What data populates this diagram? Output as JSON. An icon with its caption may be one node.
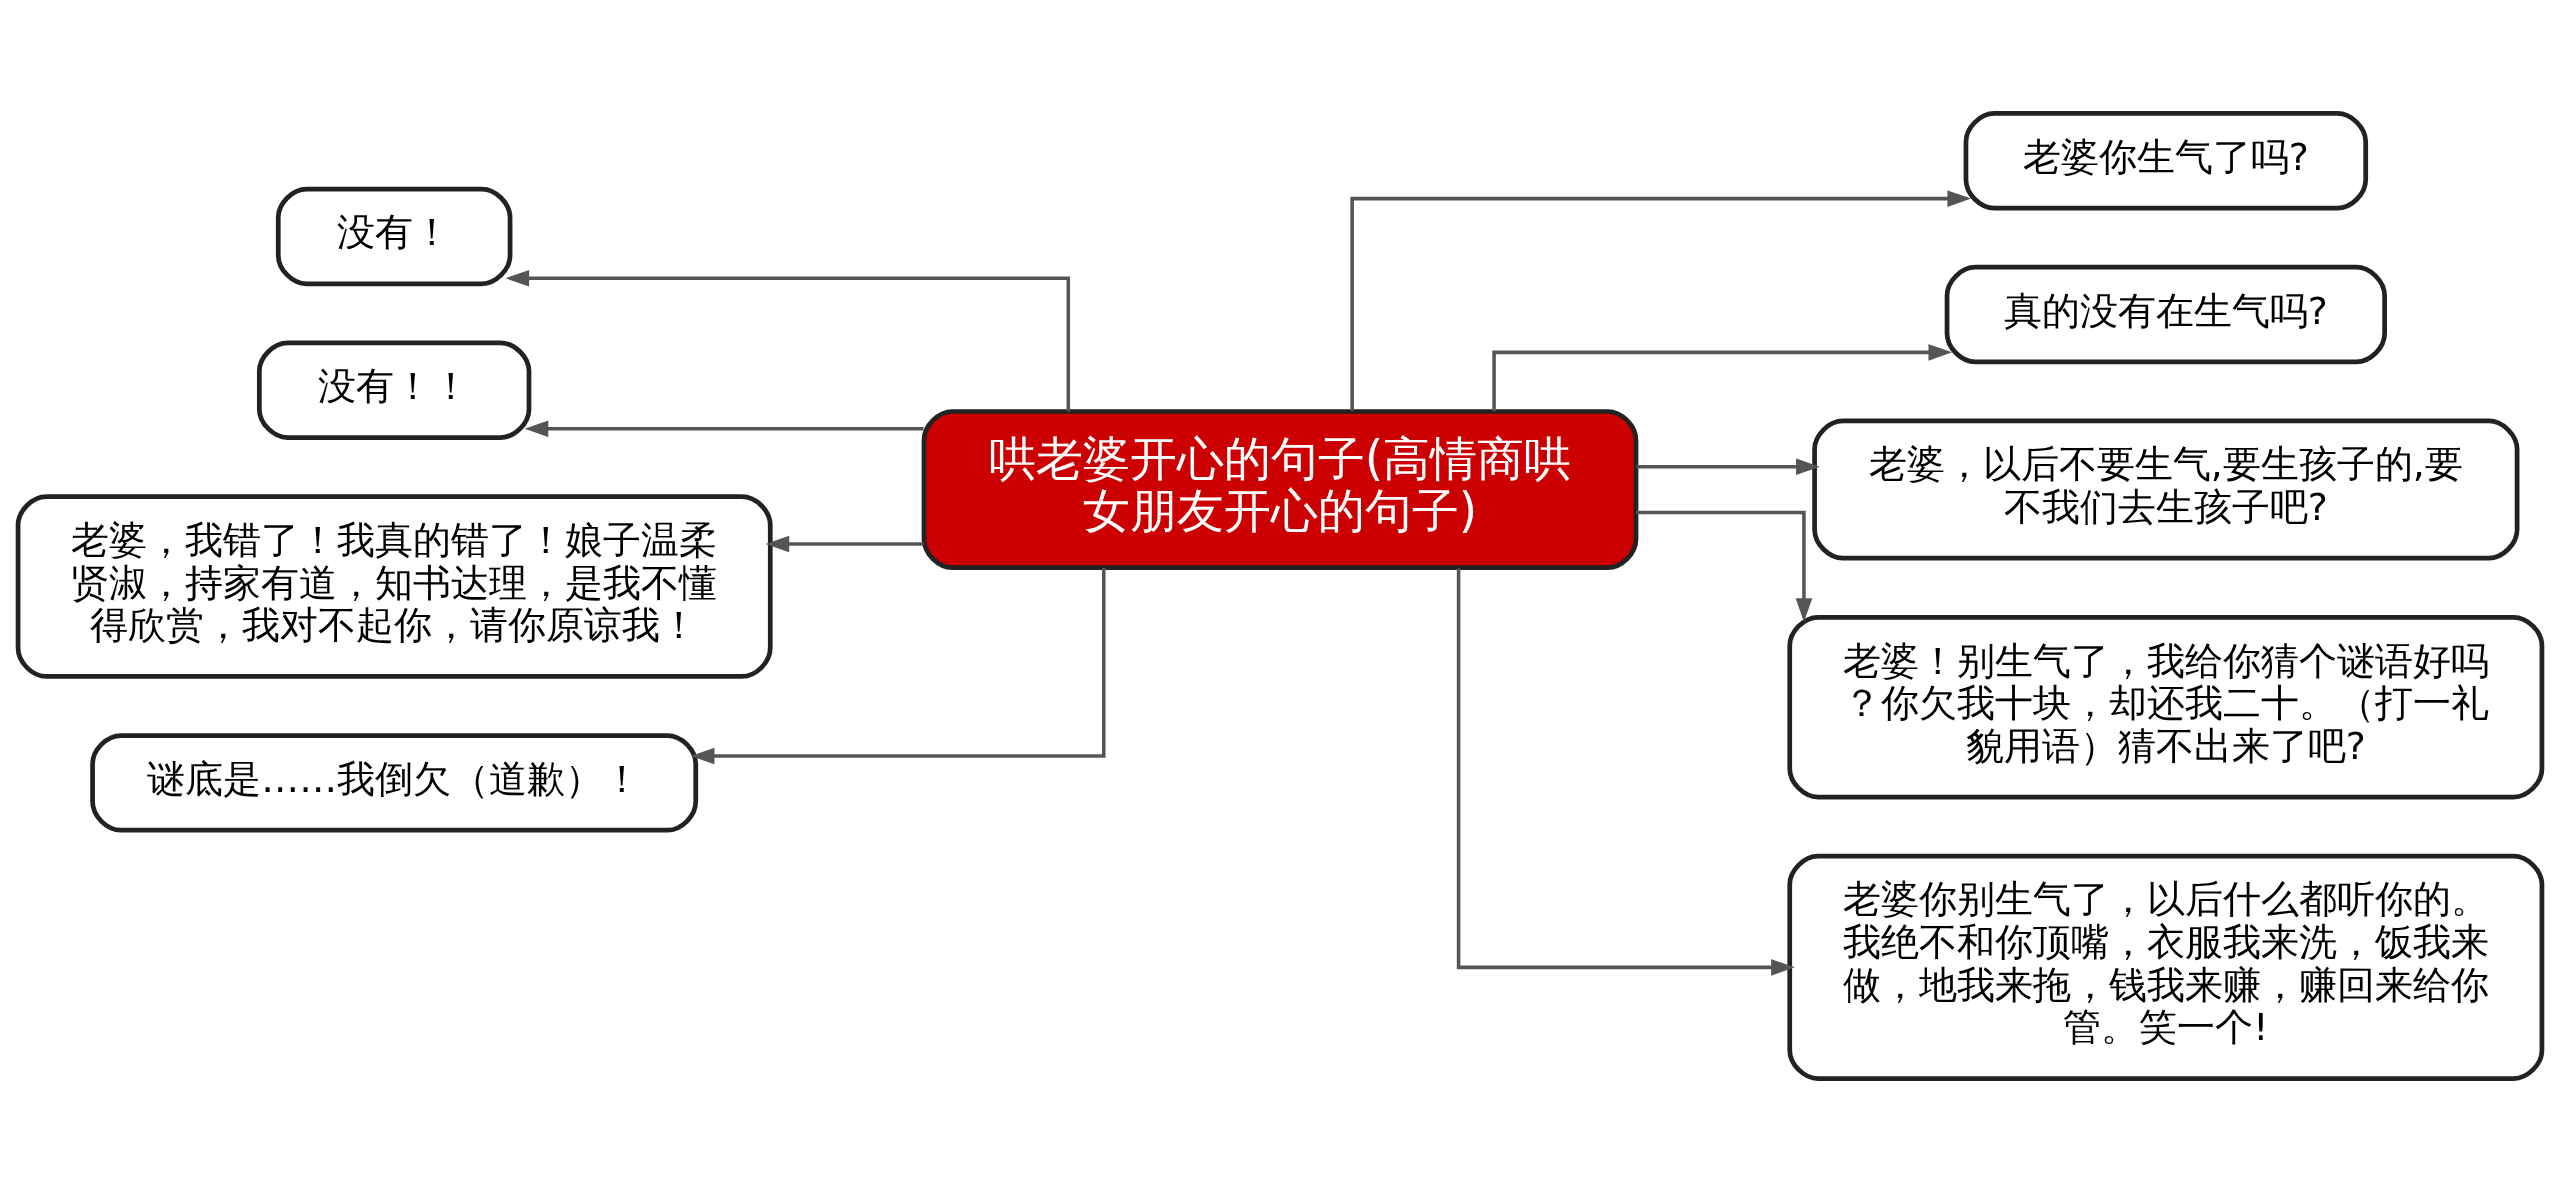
{
  "diagram": {
    "nodes": [
      {
        "text": [
          "哄老婆开心的句子(高情商哄女朋友开心的句子)"
        ]
      },
      {
        "text": [
          "老婆你生气了吗?"
        ]
      },
      {
        "text": [
          "真的没有在生气吗?"
        ]
      },
      {
        "text": [
          "老婆，以后不要生气,要生孩子的,要不我们去生孩子吧?"
        ]
      },
      {
        "text": [
          "老婆！别生气了，我给你猜个谜语好吗？你欠我十块，却还我二十。（打一礼貌用语）猜不出来了吧?"
        ]
      },
      {
        "text": [
          "老婆你别生气了，以后什么都听你的。我绝不和你顶嘴，衣服我来洗，饭我来做，地我来拖，钱我来赚，赚回来给你管。笑一个!"
        ]
      },
      {
        "text": [
          "没有！"
        ]
      },
      {
        "text": [
          "没有！！"
        ]
      },
      {
        "text": [
          "老婆，我错了！我真的错了！娘子温柔贤淑，持家有道，知书达理，是我不懂得欣赏，我对不起你，请你原谅我！"
        ]
      },
      {
        "text": [
          "谜底是……我倒欠（道歉）！"
        ]
      }
    ],
    "edges": [
      {
        "from": 0,
        "to": 1,
        "arrow": "to"
      },
      {
        "from": 0,
        "to": 2,
        "arrow": "to"
      },
      {
        "from": 0,
        "to": 3,
        "arrow": "to"
      },
      {
        "from": 0,
        "to": 4,
        "arrow": "to"
      },
      {
        "from": 0,
        "to": 5,
        "arrow": "to"
      },
      {
        "from": 0,
        "to": 6,
        "arrow": "to"
      },
      {
        "from": 0,
        "to": 7,
        "arrow": "to"
      },
      {
        "from": 0,
        "to": 8,
        "arrow": "to"
      },
      {
        "from": 0,
        "to": 9,
        "arrow": "to"
      }
    ]
  }
}
